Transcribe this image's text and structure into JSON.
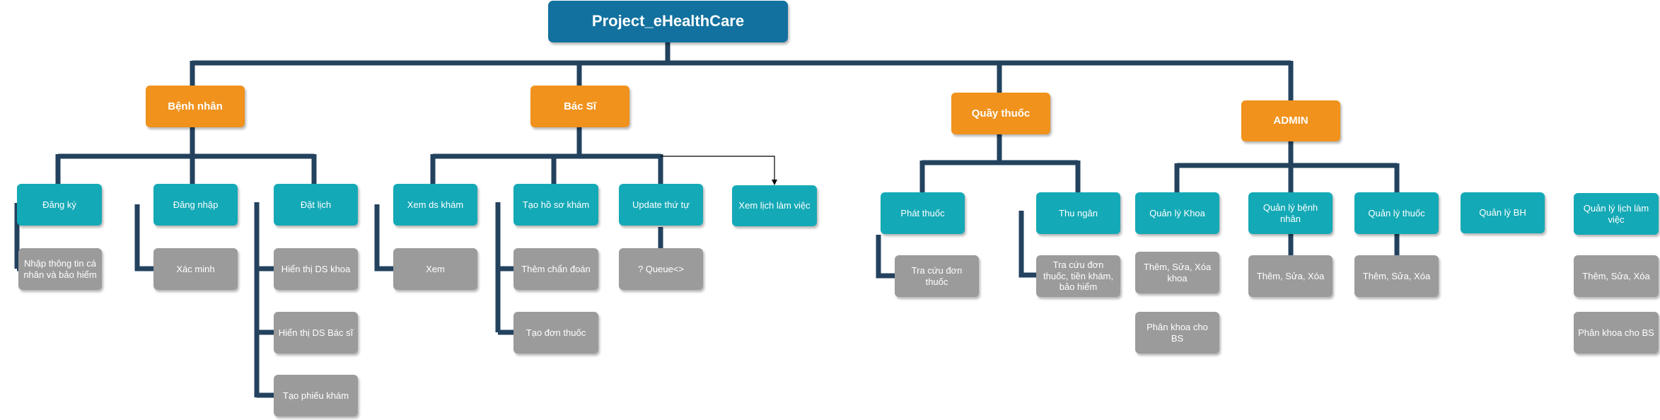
{
  "colors": {
    "root": "#12719e",
    "category": "#f0921c",
    "module": "#14a9b6",
    "leaf": "#9b9b9b",
    "connector": "#23425e"
  },
  "root": {
    "label": "Project_eHealthCare"
  },
  "categories": {
    "benh_nhan": {
      "label": "Bệnh nhân",
      "modules": {
        "dang_ky": {
          "label": "Đăng ký",
          "children": [
            "Nhập thông tin cá nhân và bảo hiểm"
          ]
        },
        "dang_nhap": {
          "label": "Đăng nhập",
          "children": [
            "Xác minh"
          ]
        },
        "dat_lich": {
          "label": "Đặt lịch",
          "children": [
            "Hiển thị DS khoa",
            "Hiển thị DS Bác sĩ",
            "Tạo phiếu khám"
          ]
        }
      }
    },
    "bac_si": {
      "label": "Bác Sĩ",
      "modules": {
        "xem_ds_kham": {
          "label": "Xem ds khám",
          "children": [
            "Xem"
          ]
        },
        "tao_ho_so": {
          "label": "Tạo hồ sơ khám",
          "children": [
            "Thêm chẩn đoán",
            "Tạo đơn thuốc"
          ]
        },
        "update_thu_tu": {
          "label": "Update thứ tự",
          "children": [
            "? Queue<>"
          ]
        },
        "xem_lich": {
          "label": "Xem lịch làm việc",
          "children": []
        }
      }
    },
    "quay_thuoc": {
      "label": "Quầy thuốc",
      "modules": {
        "phat_thuoc": {
          "label": "Phát thuốc",
          "children": [
            "Tra cứu đơn thuốc"
          ]
        },
        "thu_ngan": {
          "label": "Thu ngân",
          "children": [
            "Tra cứu đơn thuốc, tiền khám, bảo hiểm"
          ]
        }
      }
    },
    "admin": {
      "label": "ADMIN",
      "modules": {
        "ql_khoa": {
          "label": "Quản lý Khoa",
          "children": [
            "Thêm, Sửa, Xóa khoa",
            "Phân khoa cho BS"
          ]
        },
        "ql_benh_nhan": {
          "label": "Quản lý bệnh nhân",
          "children": [
            "Thêm, Sửa, Xóa"
          ]
        },
        "ql_thuoc": {
          "label": "Quản lý thuốc",
          "children": [
            "Thêm, Sửa, Xóa"
          ]
        },
        "ql_bh": {
          "label": "Quản lý BH",
          "children": []
        },
        "ql_lich": {
          "label": "Quản lý lịch làm việc",
          "children": [
            "Thêm, Sửa, Xóa",
            "Phân khoa cho BS"
          ]
        }
      }
    }
  }
}
